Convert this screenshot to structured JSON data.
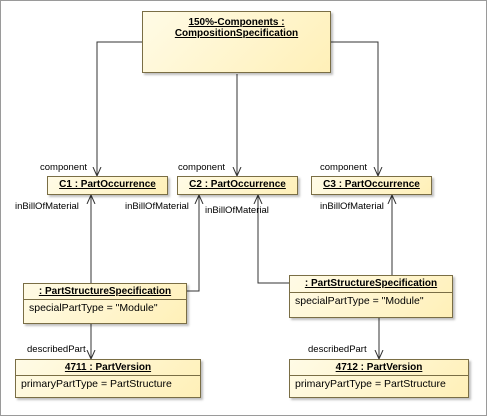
{
  "composition": {
    "title_line1": "150%-Components :",
    "title_line2": "CompositionSpecification"
  },
  "occurrences": [
    {
      "label": "C1 : PartOccurrence"
    },
    {
      "label": "C2 : PartOccurrence"
    },
    {
      "label": "C3 : PartOccurrence"
    }
  ],
  "pss1": {
    "title": ": PartStructureSpecification",
    "attr": "specialPartType = \"Module\""
  },
  "pss2": {
    "title": ": PartStructureSpecification",
    "attr": "specialPartType = \"Module\""
  },
  "pv1": {
    "title": "4711 : PartVersion",
    "attr": "primaryPartType = PartStructure"
  },
  "pv2": {
    "title": "4712 : PartVersion",
    "attr": "primaryPartType = PartStructure"
  },
  "labels": {
    "component": "component",
    "in_bill_of_material": "inBillOfMaterial",
    "described_part": "describedPart"
  },
  "colors": {
    "box_fill": "#fff3c4",
    "box_border": "#7a6e45",
    "line": "#333333"
  }
}
